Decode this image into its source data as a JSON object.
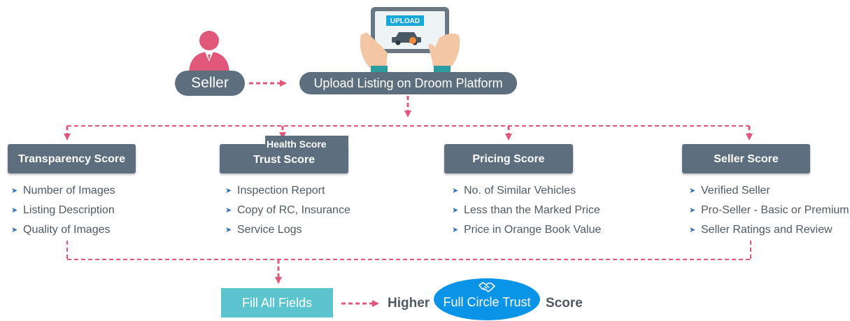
{
  "top": {
    "seller_label": "Seller",
    "upload_label": "Upload Listing on Droom Platform",
    "tablet_screen_label": "UPLOAD"
  },
  "scores": [
    {
      "title": "Transparency Score",
      "items": [
        "Number of Images",
        "Listing Description",
        "Quality of Images"
      ]
    },
    {
      "title": "Trust Score",
      "tag": "Health Score",
      "items": [
        "Inspection Report",
        "Copy of RC, Insurance",
        "Service Logs"
      ]
    },
    {
      "title": "Pricing Score",
      "items": [
        "No. of Similar Vehicles",
        "Less than the Marked Price",
        "Price in Orange Book Value"
      ]
    },
    {
      "title": "Seller Score",
      "items": [
        "Verified Seller",
        "Pro-Seller - Basic or Premium",
        "Seller Ratings and Review"
      ]
    }
  ],
  "bottom": {
    "fill_label": "Fill All Fields",
    "higher_label": "Higher",
    "full_circle_label": "Full Circle Trust",
    "score_label": "Score"
  },
  "colors": {
    "box_fill": "#5d6f7e",
    "connector": "#e0577a",
    "seller_icon": "#e0577a",
    "chevron": "#2f6dbe",
    "fill_box": "#5cc4cf",
    "full_circle": "#0a94e8"
  },
  "icons": {
    "seller": "person-icon",
    "upload": "tablet-upload-icon",
    "bullet": "chevron-right-icon",
    "trust": "handshake-icon"
  }
}
